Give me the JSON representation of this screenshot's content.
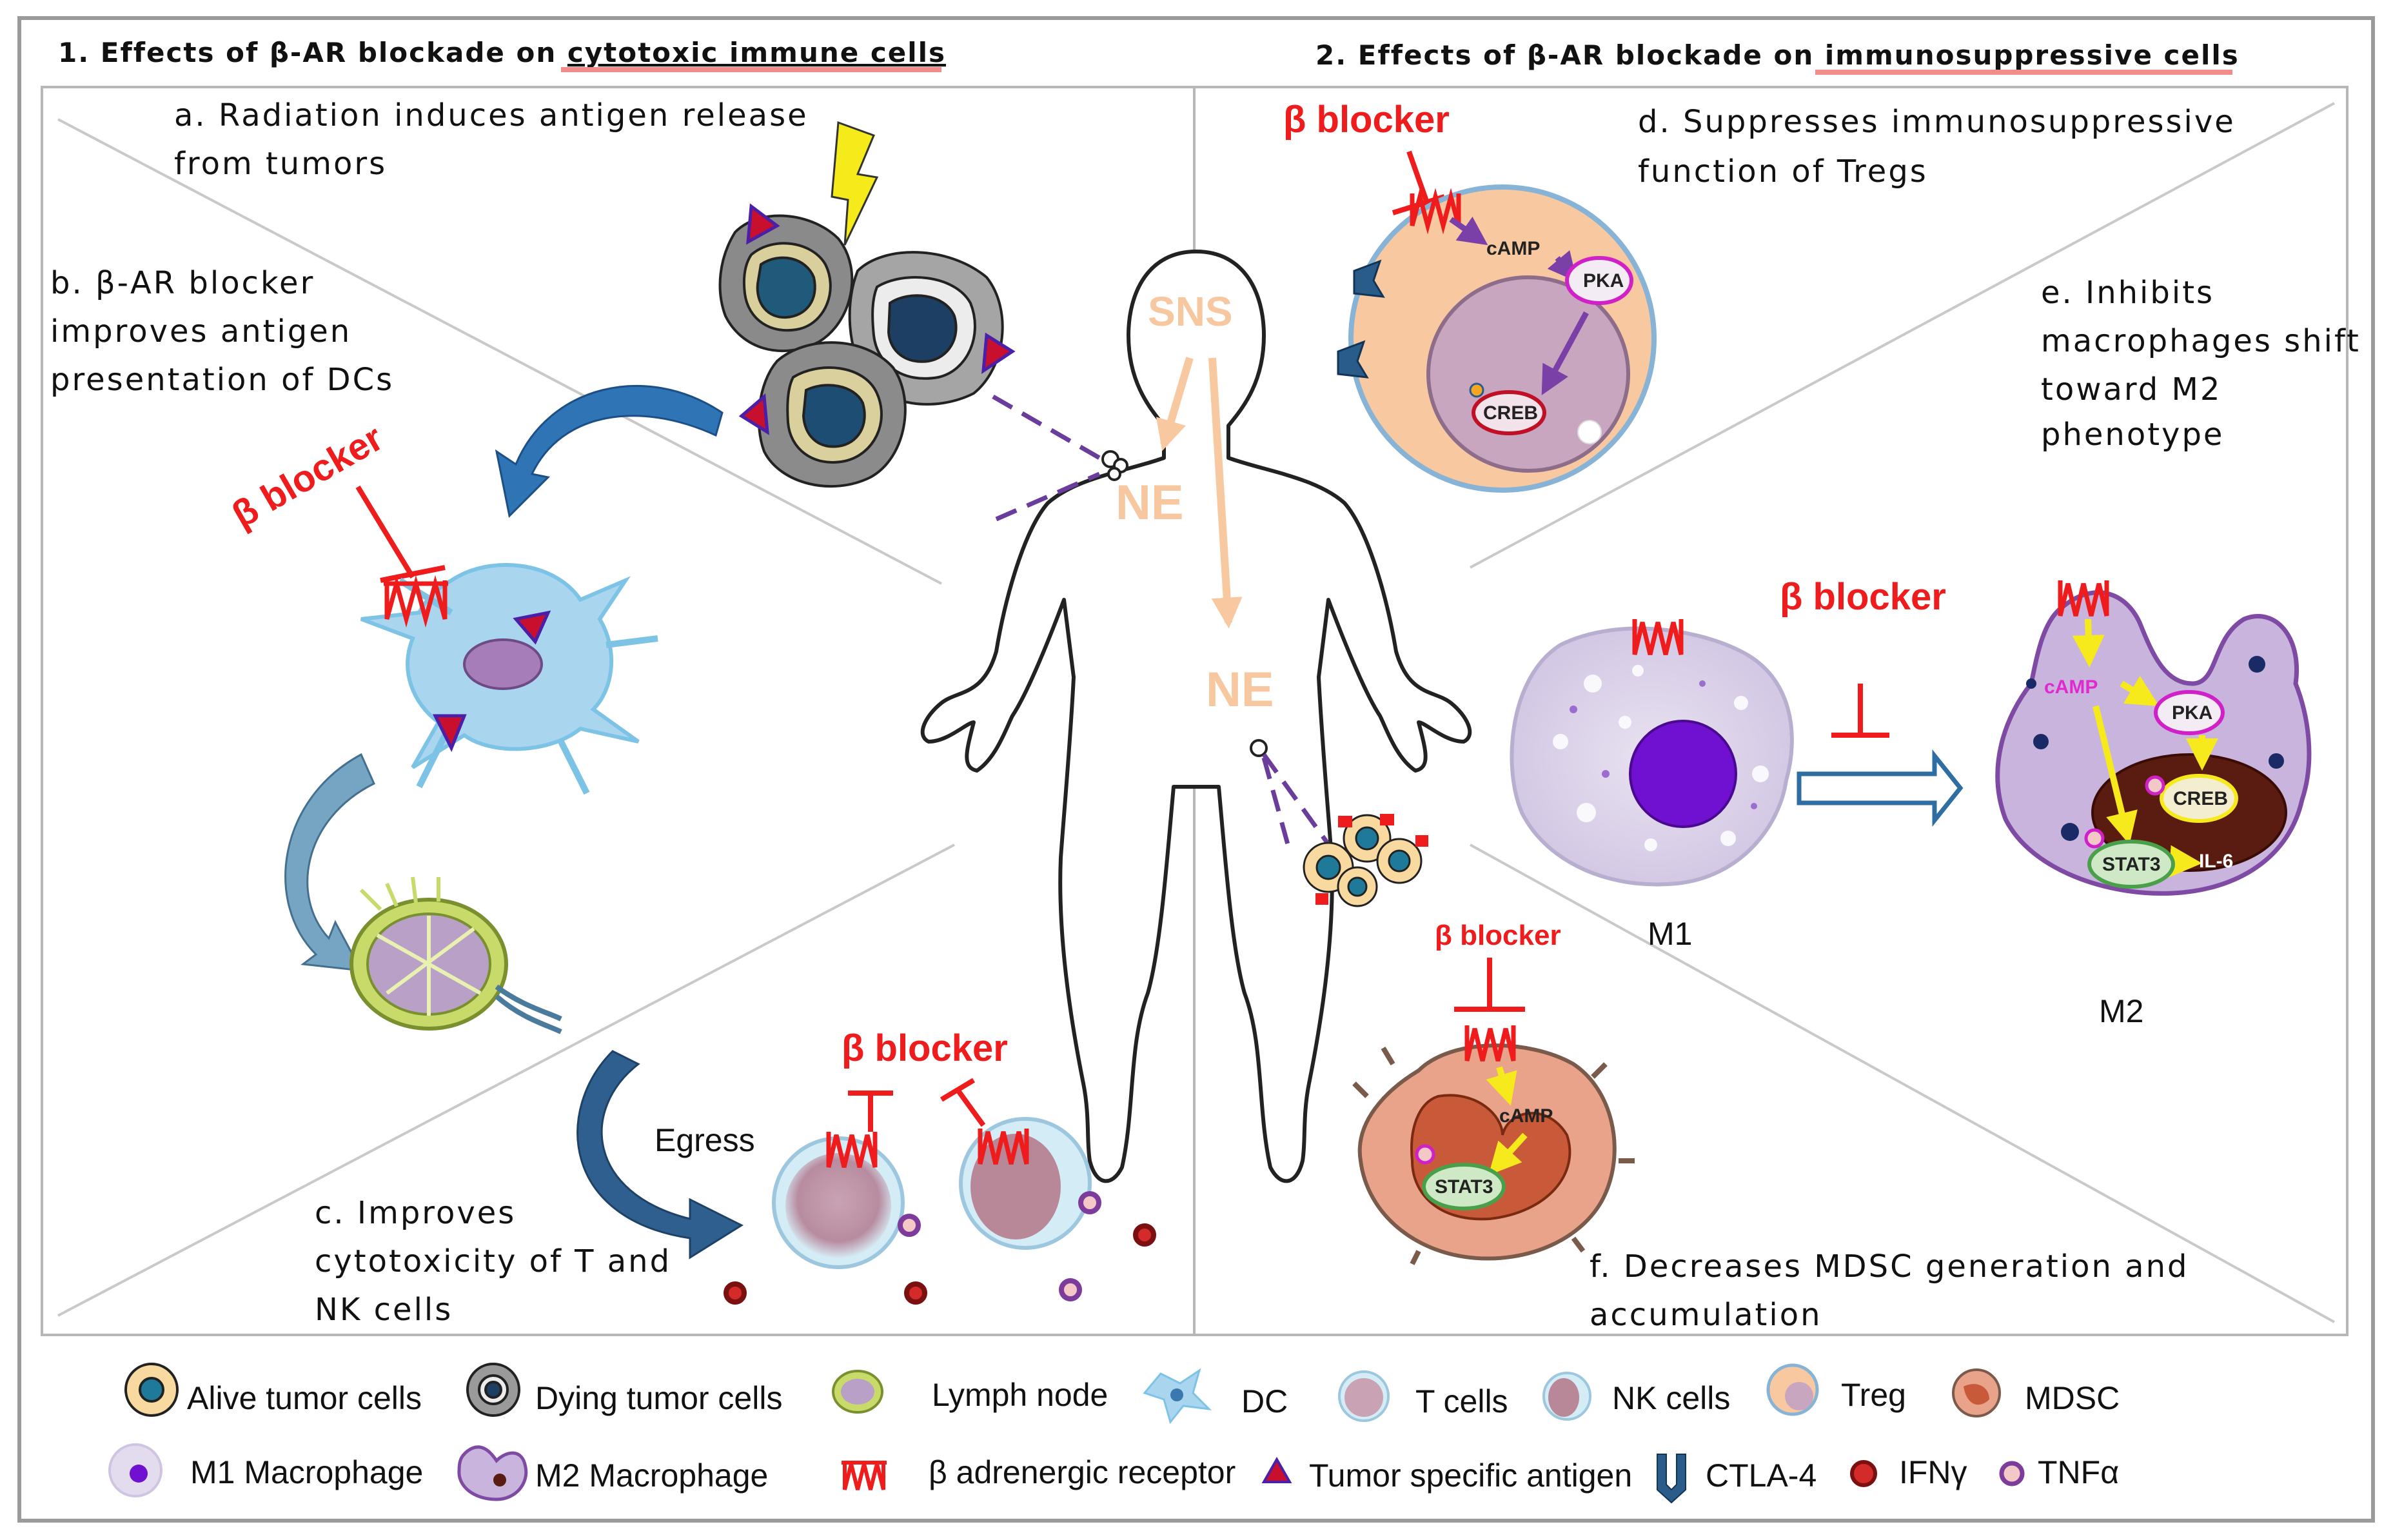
{
  "headers": {
    "left_prefix": "1. Effects of β-AR blockade on ",
    "left_emph": "cytotoxic immune cells",
    "right_prefix": "2. Effects of β-AR blockade on ",
    "right_emph": "immunosuppressive cells"
  },
  "panels": {
    "a": [
      "a. Radiation induces antigen release",
      "from tumors"
    ],
    "b": [
      "b. β-AR blocker",
      "improves antigen",
      "presentation of DCs"
    ],
    "c": [
      "c. Improves",
      "cytotoxicity of T and",
      "NK cells"
    ],
    "d": [
      "d. Suppresses immunosuppressive",
      "function of Tregs"
    ],
    "e": [
      "e. Inhibits",
      "macrophages shift",
      "toward M2",
      "phenotype"
    ],
    "f": [
      "f. Decreases MDSC generation and",
      "accumulation"
    ]
  },
  "body_labels": {
    "sns": "SNS",
    "ne": "NE"
  },
  "blocker_label": "β blocker",
  "egress_label": "Egress",
  "m1_label": "M1",
  "m2_label": "M2",
  "molecules": {
    "camp": "cAMP",
    "pka": "PKA",
    "creb": "CREB",
    "stat3": "STAT3",
    "il6": "IL-6"
  },
  "legend": [
    {
      "icon": "alive-tumor",
      "label": "Alive tumor cells"
    },
    {
      "icon": "dying-tumor",
      "label": "Dying tumor cells"
    },
    {
      "icon": "lymph-node",
      "label": "Lymph node"
    },
    {
      "icon": "dc",
      "label": "DC"
    },
    {
      "icon": "t-cell",
      "label": "T cells"
    },
    {
      "icon": "nk-cell",
      "label": "NK cells"
    },
    {
      "icon": "treg",
      "label": "Treg"
    },
    {
      "icon": "mdsc",
      "label": "MDSC"
    },
    {
      "icon": "m1-macrophage",
      "label": "M1 Macrophage"
    },
    {
      "icon": "m2-macrophage",
      "label": "M2 Macrophage"
    },
    {
      "icon": "beta-receptor",
      "label": "β adrenergic receptor"
    },
    {
      "icon": "tumor-antigen",
      "label": "Tumor specific antigen"
    },
    {
      "icon": "ctla4",
      "label": "CTLA-4"
    },
    {
      "icon": "ifn",
      "label": "IFNγ"
    },
    {
      "icon": "tnf",
      "label": "TNFα"
    }
  ],
  "colors": {
    "blocker": "#ee1c1c",
    "header_underline": "#f08c8c",
    "pathway_purple": "#7b3fa8",
    "pathway_yellow": "#f7ea1c",
    "ne_text": "#f7c8a0",
    "dashed_link": "#6a3c9c"
  }
}
